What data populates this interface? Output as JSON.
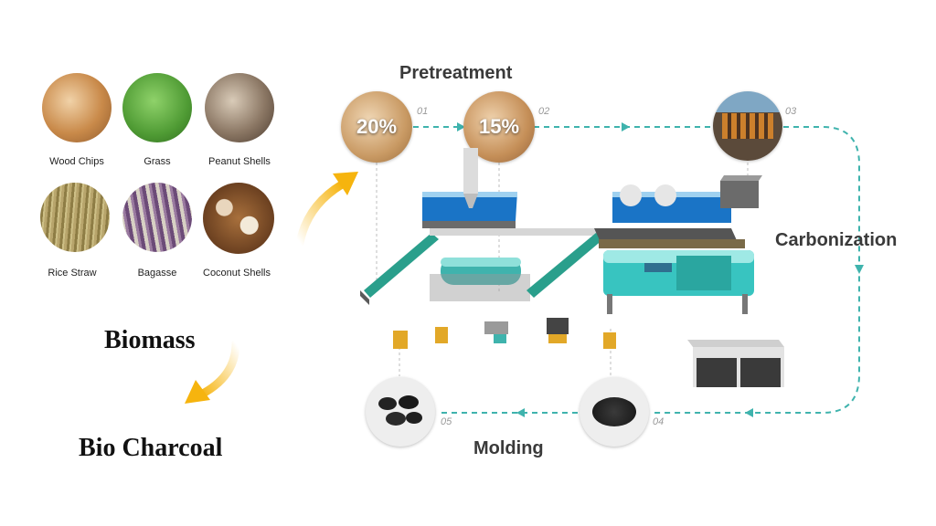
{
  "materials": [
    {
      "label": "Wood Chips"
    },
    {
      "label": "Grass"
    },
    {
      "label": "Peanut Shells"
    },
    {
      "label": "Rice Straw"
    },
    {
      "label": "Bagasse"
    },
    {
      "label": "Coconut Shells"
    }
  ],
  "left": {
    "biomass": "Biomass",
    "bio_charcoal": "Bio Charcoal"
  },
  "stages": {
    "pretreatment": "Pretreatment",
    "carbonization": "Carbonization",
    "molding": "Molding"
  },
  "steps": [
    {
      "num": "01",
      "value": "20%"
    },
    {
      "num": "02",
      "value": "15%"
    },
    {
      "num": "03"
    },
    {
      "num": "04"
    },
    {
      "num": "05"
    }
  ],
  "colors": {
    "flow_line": "#3fb3ad",
    "arrow": "#f6b40e",
    "machine_teal": "#2aa6a0",
    "water_blue": "#1a74c6"
  }
}
